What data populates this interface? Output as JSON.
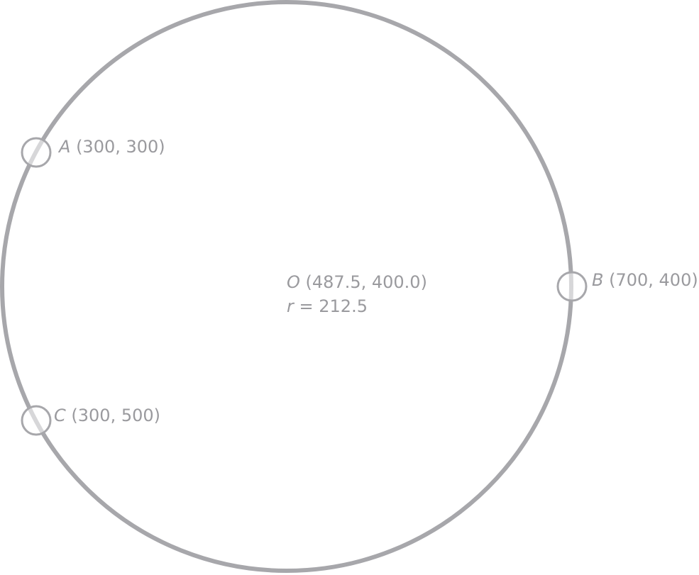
{
  "colors": {
    "stroke": "#a7a7ab",
    "marker_stroke": "#a7a7ab",
    "text": "#9a9a9e"
  },
  "center": {
    "name": "O",
    "coords": "(487.5, 400.0)",
    "radius_symbol": "r",
    "radius_text": "= 212.5"
  },
  "points": [
    {
      "id": "a",
      "name": "A",
      "coords": "(300, 300)"
    },
    {
      "id": "b",
      "name": "B",
      "coords": "(700, 400)"
    },
    {
      "id": "c",
      "name": "C",
      "coords": "(300, 500)"
    }
  ]
}
